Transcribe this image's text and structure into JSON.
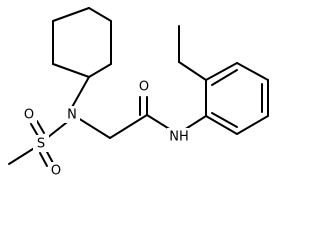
{
  "molecule": {
    "atoms": {
      "n_amine": "N",
      "s_sulfonyl": "S",
      "o_sulfonyl_top": "O",
      "o_sulfonyl_bottom": "O",
      "o_carbonyl": "O",
      "nh_amide": "NH"
    }
  },
  "colors": {
    "bond": "#000000",
    "label": "#000000",
    "background": "#ffffff"
  }
}
